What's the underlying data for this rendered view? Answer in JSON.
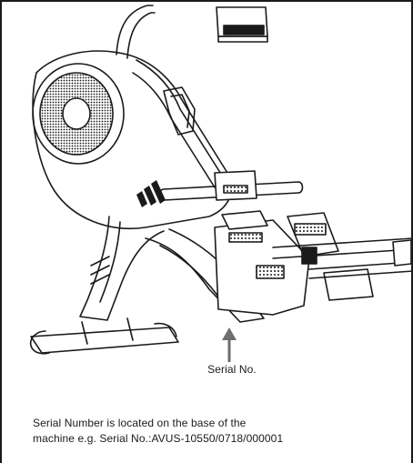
{
  "figure": {
    "callout_label": "Serial No.",
    "brand_mark_icon": "adidas-logo-icon"
  },
  "note": {
    "line1": "Serial Number is located on the base of the",
    "line2": "machine e.g. Serial No.:AVUS-10550/0718/000001"
  },
  "colors": {
    "line": "#1a1a1a",
    "arrow": "#6e6e6e",
    "background": "#ffffff"
  }
}
